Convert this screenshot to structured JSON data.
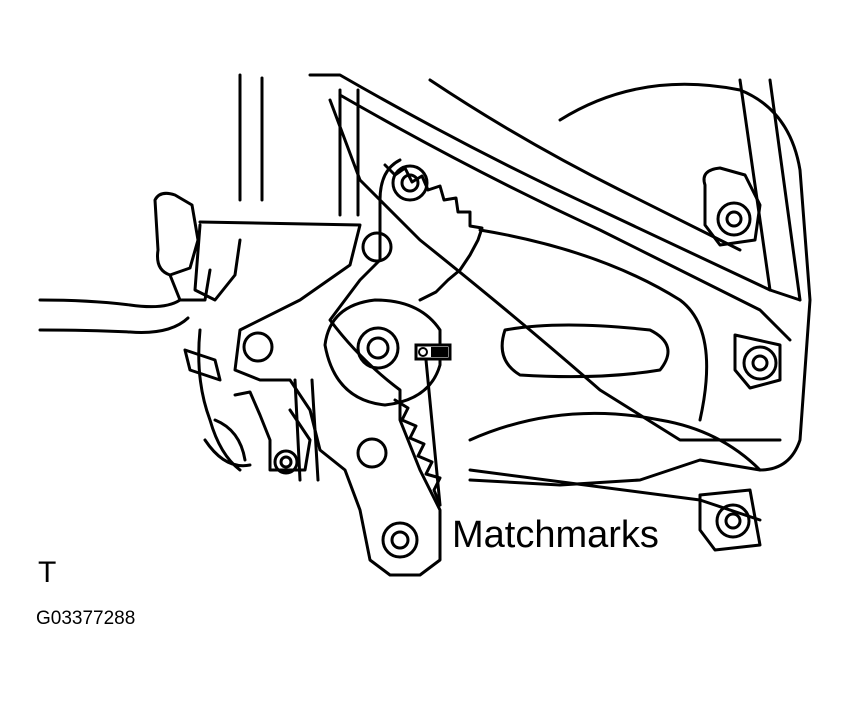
{
  "labels": {
    "callout": "Matchmarks",
    "view_mark": "T",
    "figure_id": "G03377288"
  },
  "colors": {
    "ink": "#000000",
    "paper": "#ffffff"
  }
}
